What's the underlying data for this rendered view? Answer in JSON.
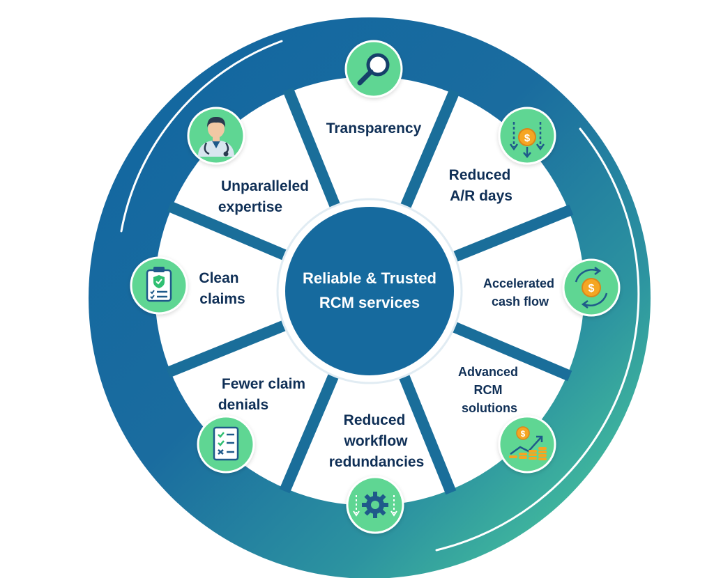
{
  "diagram": {
    "center": {
      "lines": [
        "Reliable & Trusted",
        "RCM services"
      ]
    },
    "segments": [
      {
        "id": "transparency",
        "lines": [
          "Transparency"
        ],
        "icon": "magnifier-icon"
      },
      {
        "id": "reduced-ar-days",
        "lines": [
          "Reduced",
          "A/R days"
        ],
        "icon": "dollar-coin-down-arrows-icon"
      },
      {
        "id": "accelerated-cash-flow",
        "lines": [
          "Accelerated",
          "cash flow"
        ],
        "icon": "dollar-coin-cycle-icon"
      },
      {
        "id": "advanced-rcm-solutions",
        "lines": [
          "Advanced",
          "RCM",
          "solutions"
        ],
        "icon": "coins-growth-chart-icon"
      },
      {
        "id": "reduced-workflow-redundancies",
        "lines": [
          "Reduced",
          "workflow",
          "redundancies"
        ],
        "icon": "gear-arrows-icon"
      },
      {
        "id": "fewer-claim-denials",
        "lines": [
          "Fewer claim",
          "denials"
        ],
        "icon": "checklist-document-icon"
      },
      {
        "id": "clean-claims",
        "lines": [
          "Clean",
          "claims"
        ],
        "icon": "clipboard-shield-icon"
      },
      {
        "id": "unparalleled-expertise",
        "lines": [
          "Unparalleled",
          "expertise"
        ],
        "icon": "doctor-stethoscope-icon"
      }
    ],
    "colors": {
      "ring_start": "#1166a0",
      "ring_end": "#4fd39a",
      "hub": "#166a9e",
      "divider": "#1a6e9a",
      "icon_bg": "#5fd693",
      "label_text": "#0f2f56",
      "accent_orange": "#f5a623"
    }
  }
}
